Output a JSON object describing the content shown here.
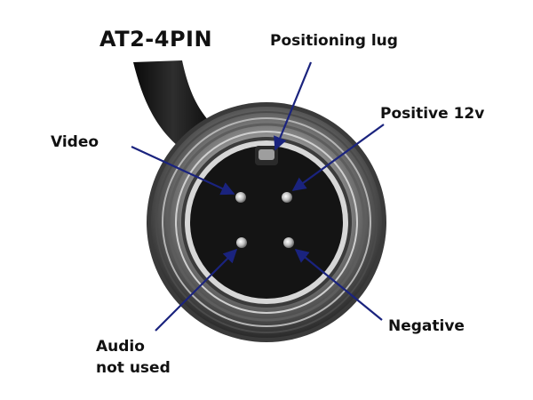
{
  "title": "AT2-4PIN",
  "labels": {
    "positioning_lug": "Positioning lug",
    "positive": "Positive 12v",
    "video": "Video",
    "negative": "Negative",
    "audio_line1": "Audio",
    "audio_line2": "not used"
  },
  "colors": {
    "arrow": "#1a237e",
    "text": "#111111"
  }
}
